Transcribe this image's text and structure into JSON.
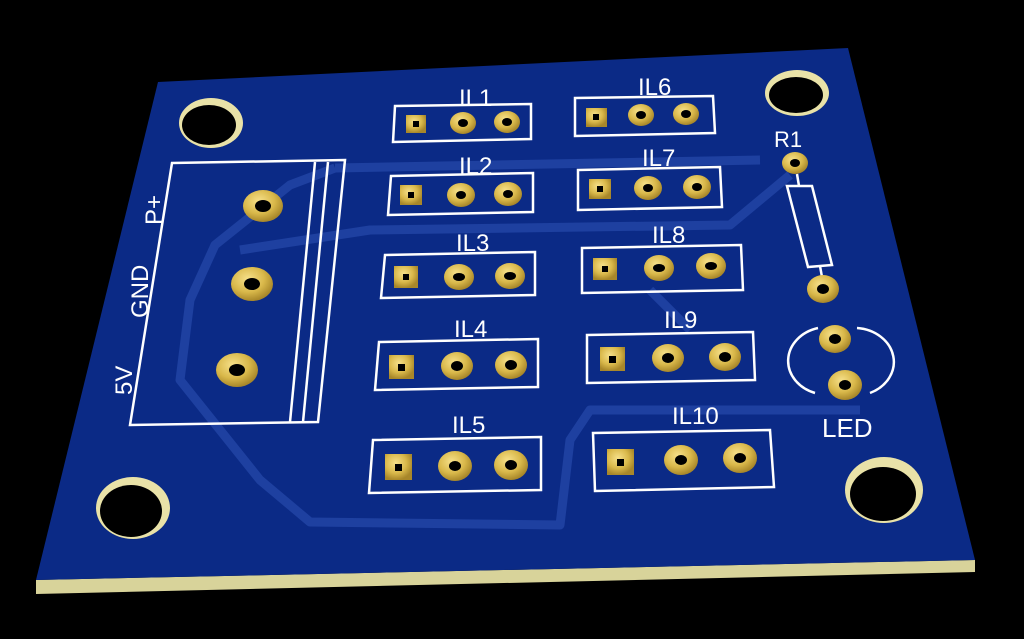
{
  "scene": {
    "background_color": "#000000",
    "board_color": "#0b2a86",
    "board_edge_color": "#d8d39a",
    "trace_color": "#1d3f9c",
    "silkscreen_color": "#ffffff",
    "pad_color": "#d9b84a",
    "pad_highlight_color": "#f3dc7c",
    "hole_color": "#000000",
    "hole_rim_color": "#e9e2a8"
  },
  "labels": {
    "il1": "IL1",
    "il2": "IL2",
    "il3": "IL3",
    "il4": "IL4",
    "il5": "IL5",
    "il6": "IL6",
    "il7": "IL7",
    "il8": "IL8",
    "il9": "IL9",
    "il10": "IL10",
    "r1": "R1",
    "led": "LED",
    "p_plus": "P+",
    "gnd": "GND",
    "five_v": "5V"
  }
}
